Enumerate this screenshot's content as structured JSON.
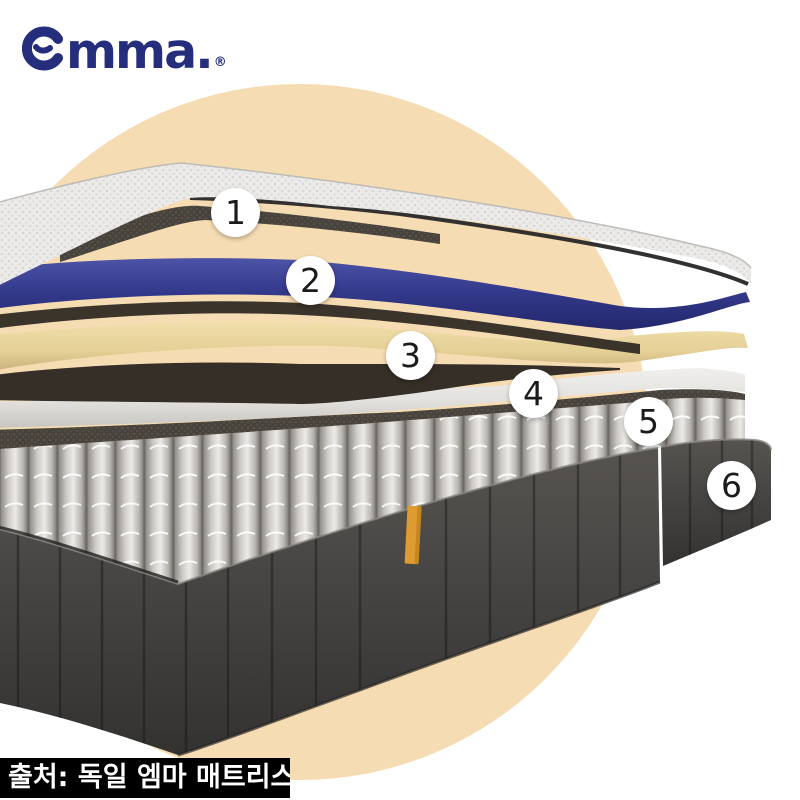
{
  "brand": {
    "wordmark": "emma.",
    "wordmark_after_e": "mma.",
    "registered_mark": "®"
  },
  "illustration": {
    "subject": "exploded mattress layers diagram",
    "badges": [
      {
        "label": "1"
      },
      {
        "label": "2"
      },
      {
        "label": "3"
      },
      {
        "label": "4"
      },
      {
        "label": "5"
      },
      {
        "label": "6"
      }
    ]
  },
  "caption": {
    "text": "출처: 독일 엠마 매트리스"
  },
  "colors": {
    "page_bg": "#ffffff",
    "circle_bg": "#f6dcb2",
    "logo_navy": "#242e7d",
    "cover_white": "#ecebe9",
    "layer_blue": "#343a8c",
    "layer_dark_brown": "#39332b",
    "layer_yellow": "#ecd9a1",
    "foam_white": "#eceae7",
    "springs_gray": "#d6d3cf",
    "base_gray": "#4a4846",
    "label_orange": "#dd9b31",
    "badge_bg": "#ffffff",
    "badge_text": "#1b1b1b",
    "caption_bg": "#000000",
    "caption_text": "#ffffff"
  }
}
